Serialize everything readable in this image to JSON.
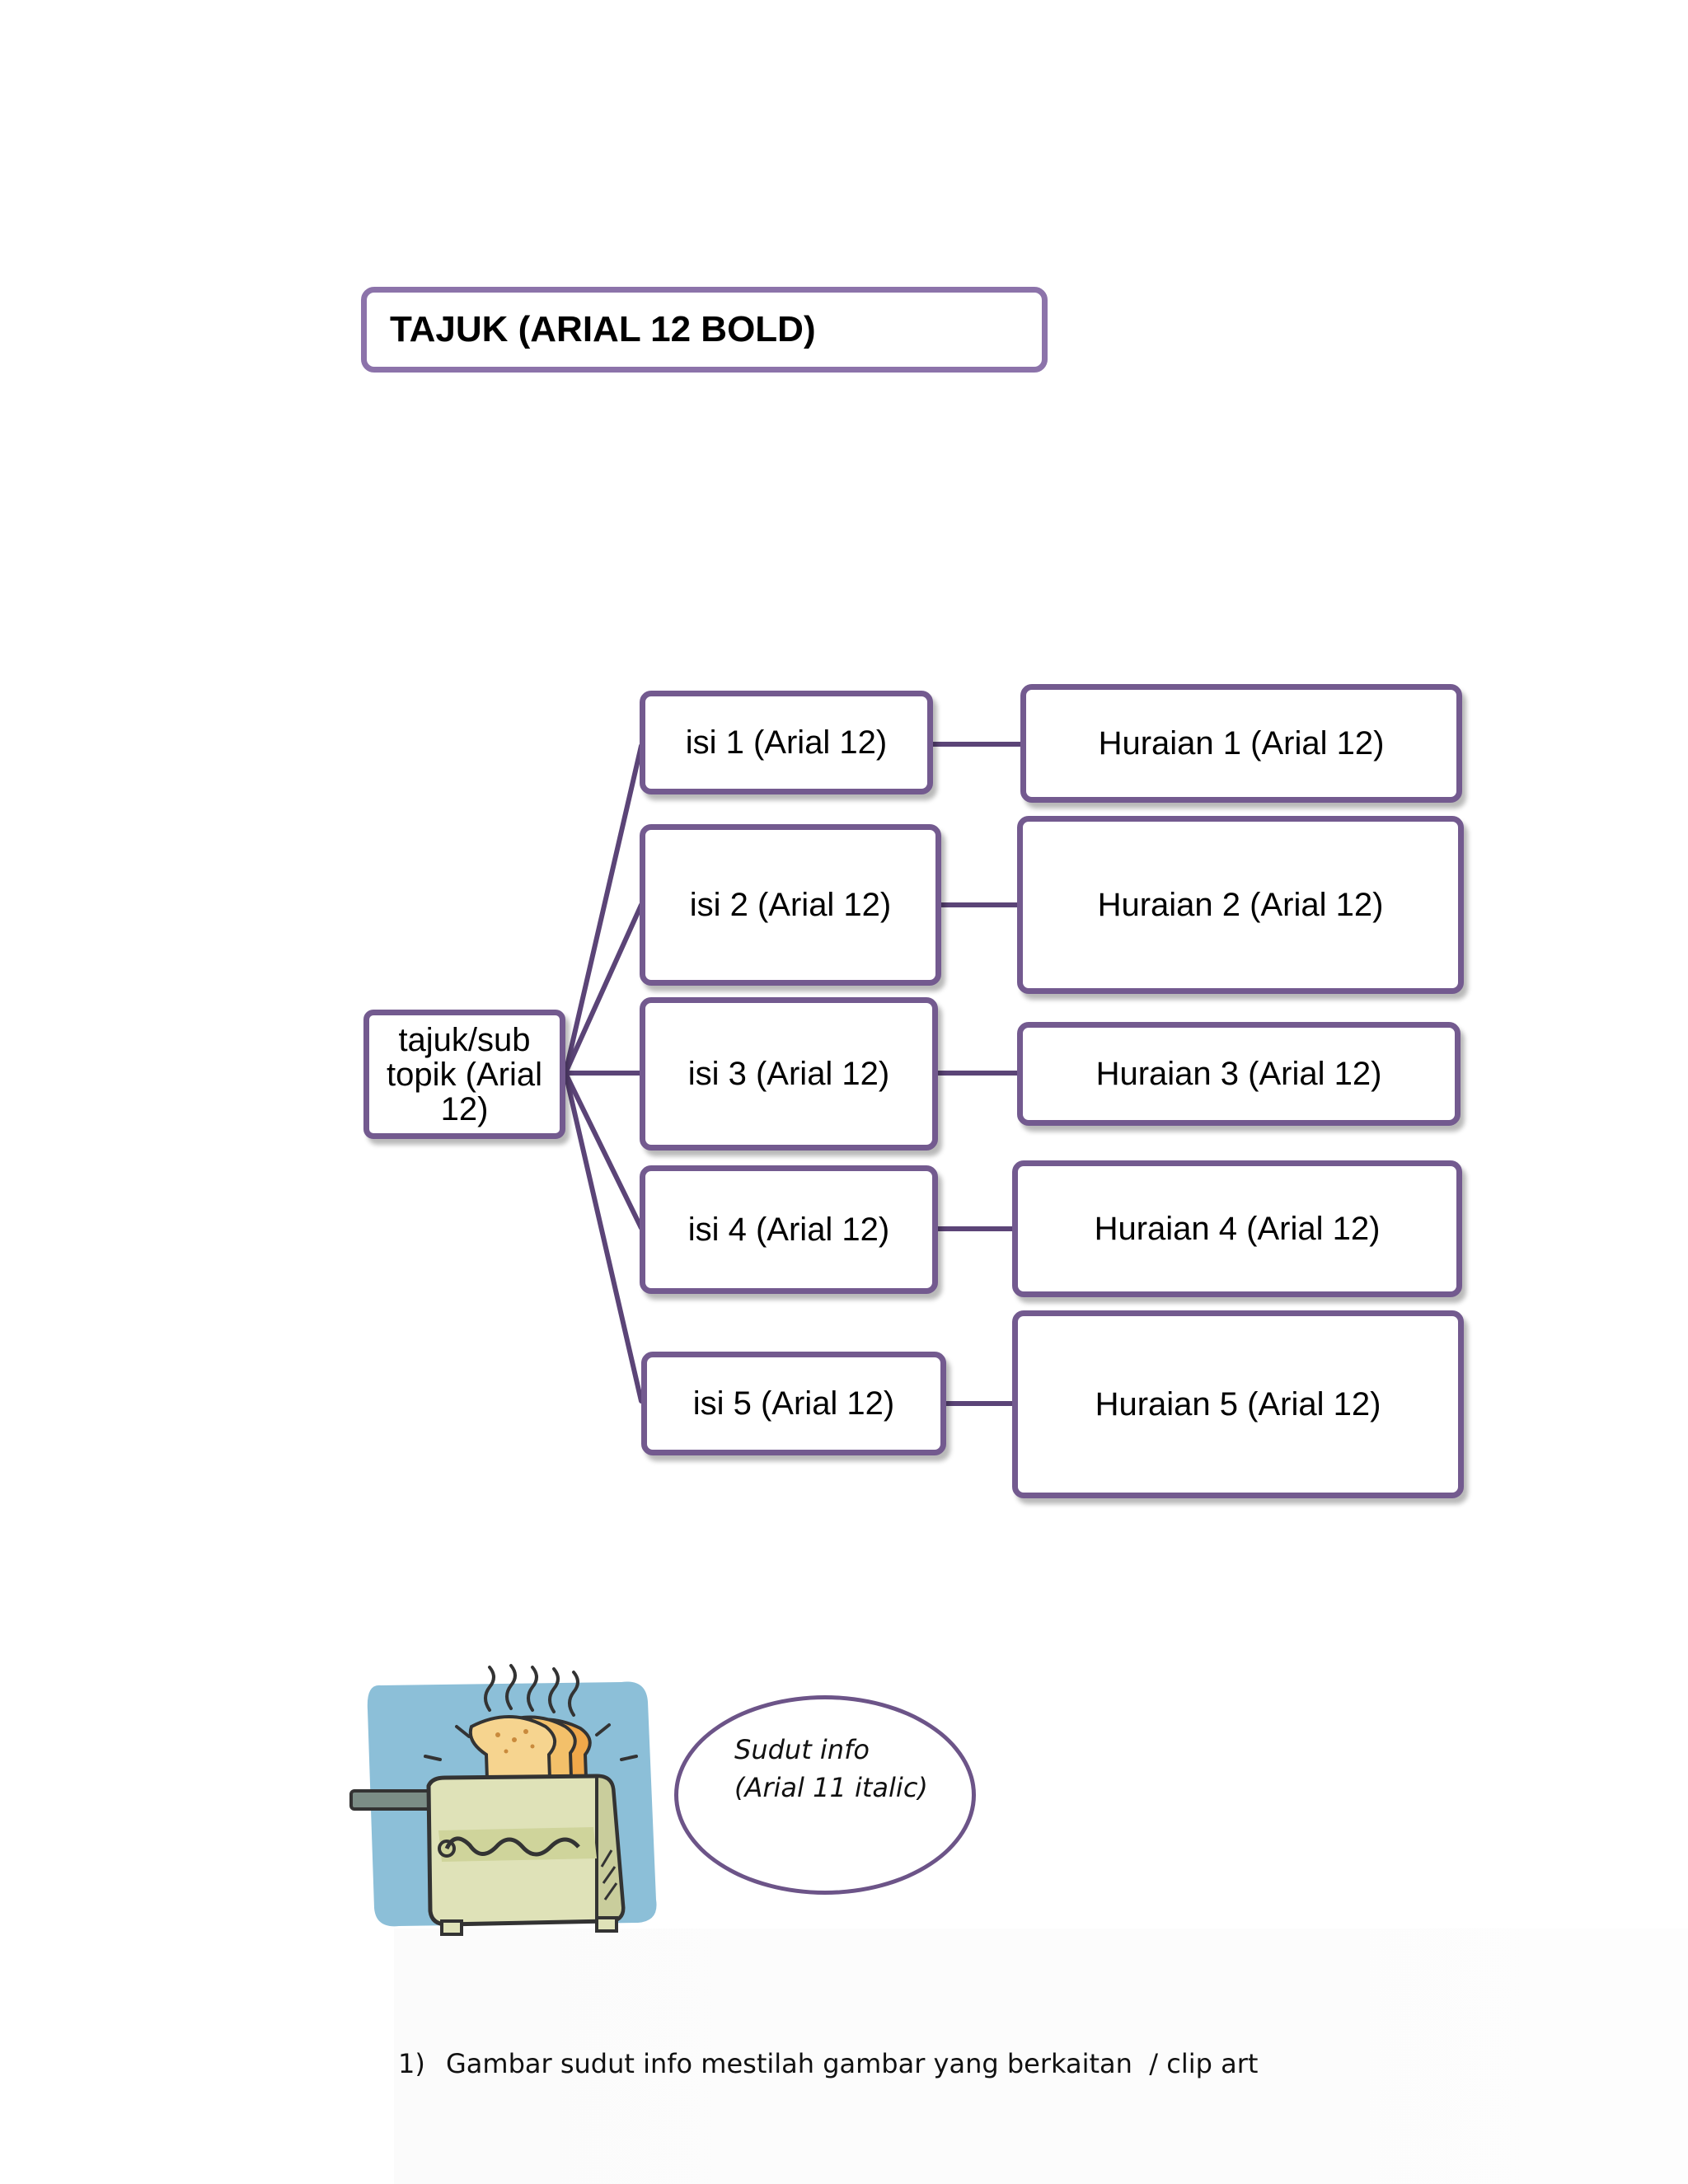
{
  "title": "TAJUK (ARIAL 12 BOLD)",
  "diagram": {
    "root": [
      "tajuk/sub",
      "topik (Arial",
      "12)"
    ],
    "items": [
      {
        "isi": "isi 1 (Arial 12)",
        "huraian": "Huraian 1 (Arial 12)"
      },
      {
        "isi": "isi 2 (Arial 12)",
        "huraian": "Huraian 2 (Arial 12)"
      },
      {
        "isi": "isi 3 (Arial 12)",
        "huraian": "Huraian 3 (Arial 12)"
      },
      {
        "isi": "isi 4 (Arial 12)",
        "huraian": "Huraian 4 (Arial 12)"
      },
      {
        "isi": "isi 5 (Arial 12)",
        "huraian": "Huraian 5 (Arial 12)"
      }
    ]
  },
  "info_corner": {
    "lines": [
      "Sudut info",
      "(Arial 11 italic)"
    ]
  },
  "clipart": {
    "icon": "toaster-clipart",
    "colors": {
      "background": "#8cbfd8",
      "bread": "#f6cf86",
      "body": "#dfe2b8"
    }
  },
  "notes": [
    {
      "number": "1)",
      "text": "Gambar sudut info mestilah gambar yang berkaitan  / clip art"
    }
  ],
  "colors": {
    "border": "#735a8f",
    "connector": "#5b4477"
  }
}
